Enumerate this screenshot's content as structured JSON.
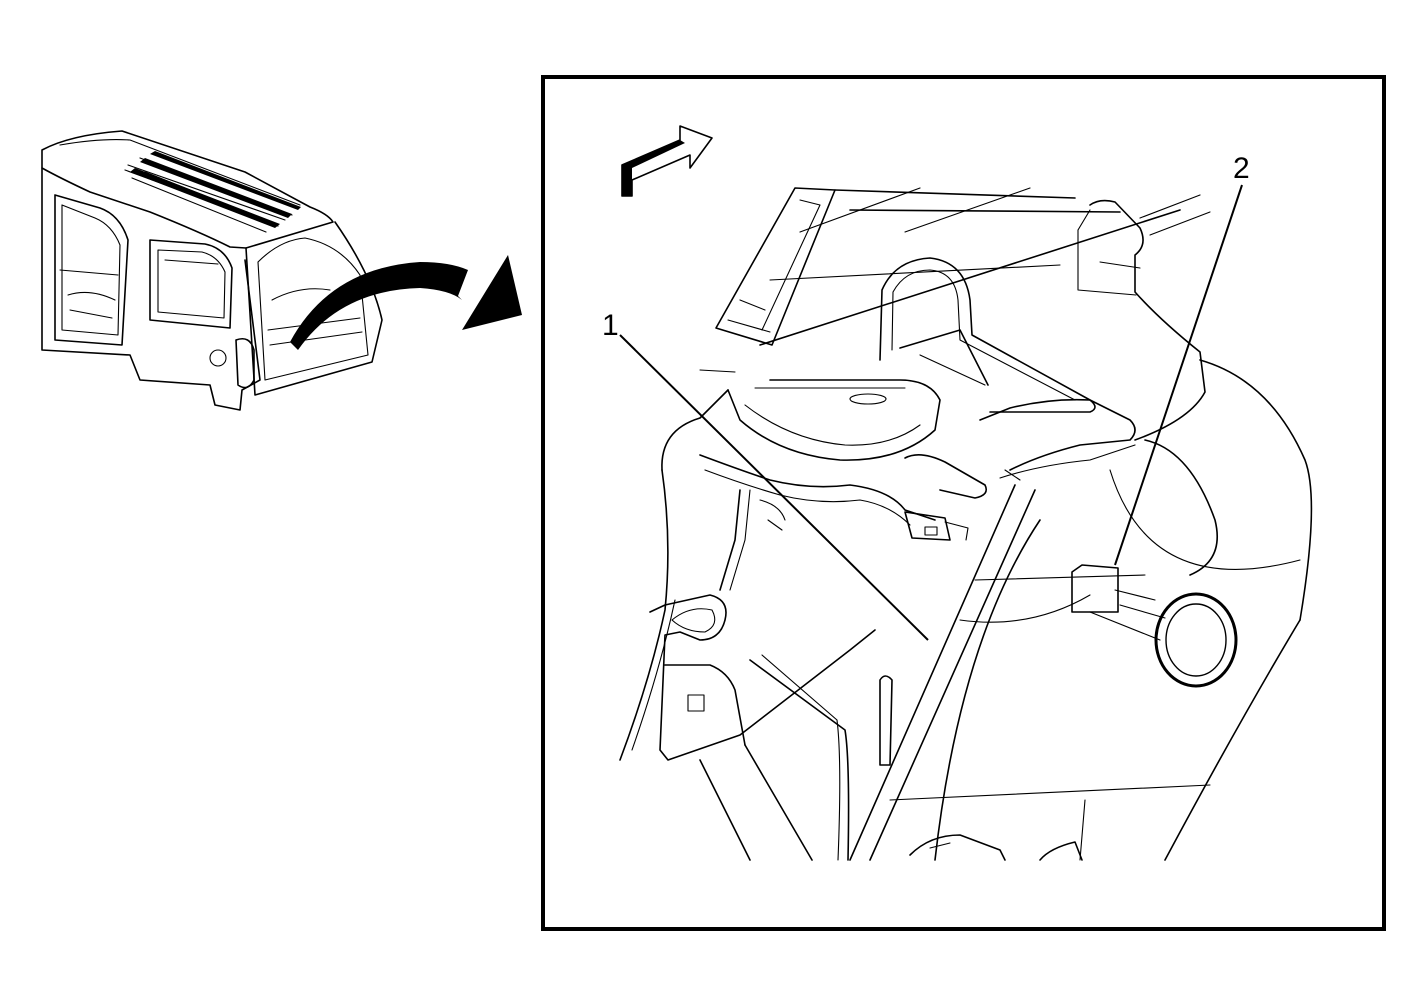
{
  "callouts": [
    {
      "id": "1",
      "label": "1"
    },
    {
      "id": "2",
      "label": "2"
    }
  ],
  "icons": [
    "vehicle-body-overview-icon",
    "curved-arrow-icon",
    "direction-arrow-icon",
    "connector-icon"
  ],
  "colors": {
    "line": "#000000",
    "background": "#ffffff"
  }
}
